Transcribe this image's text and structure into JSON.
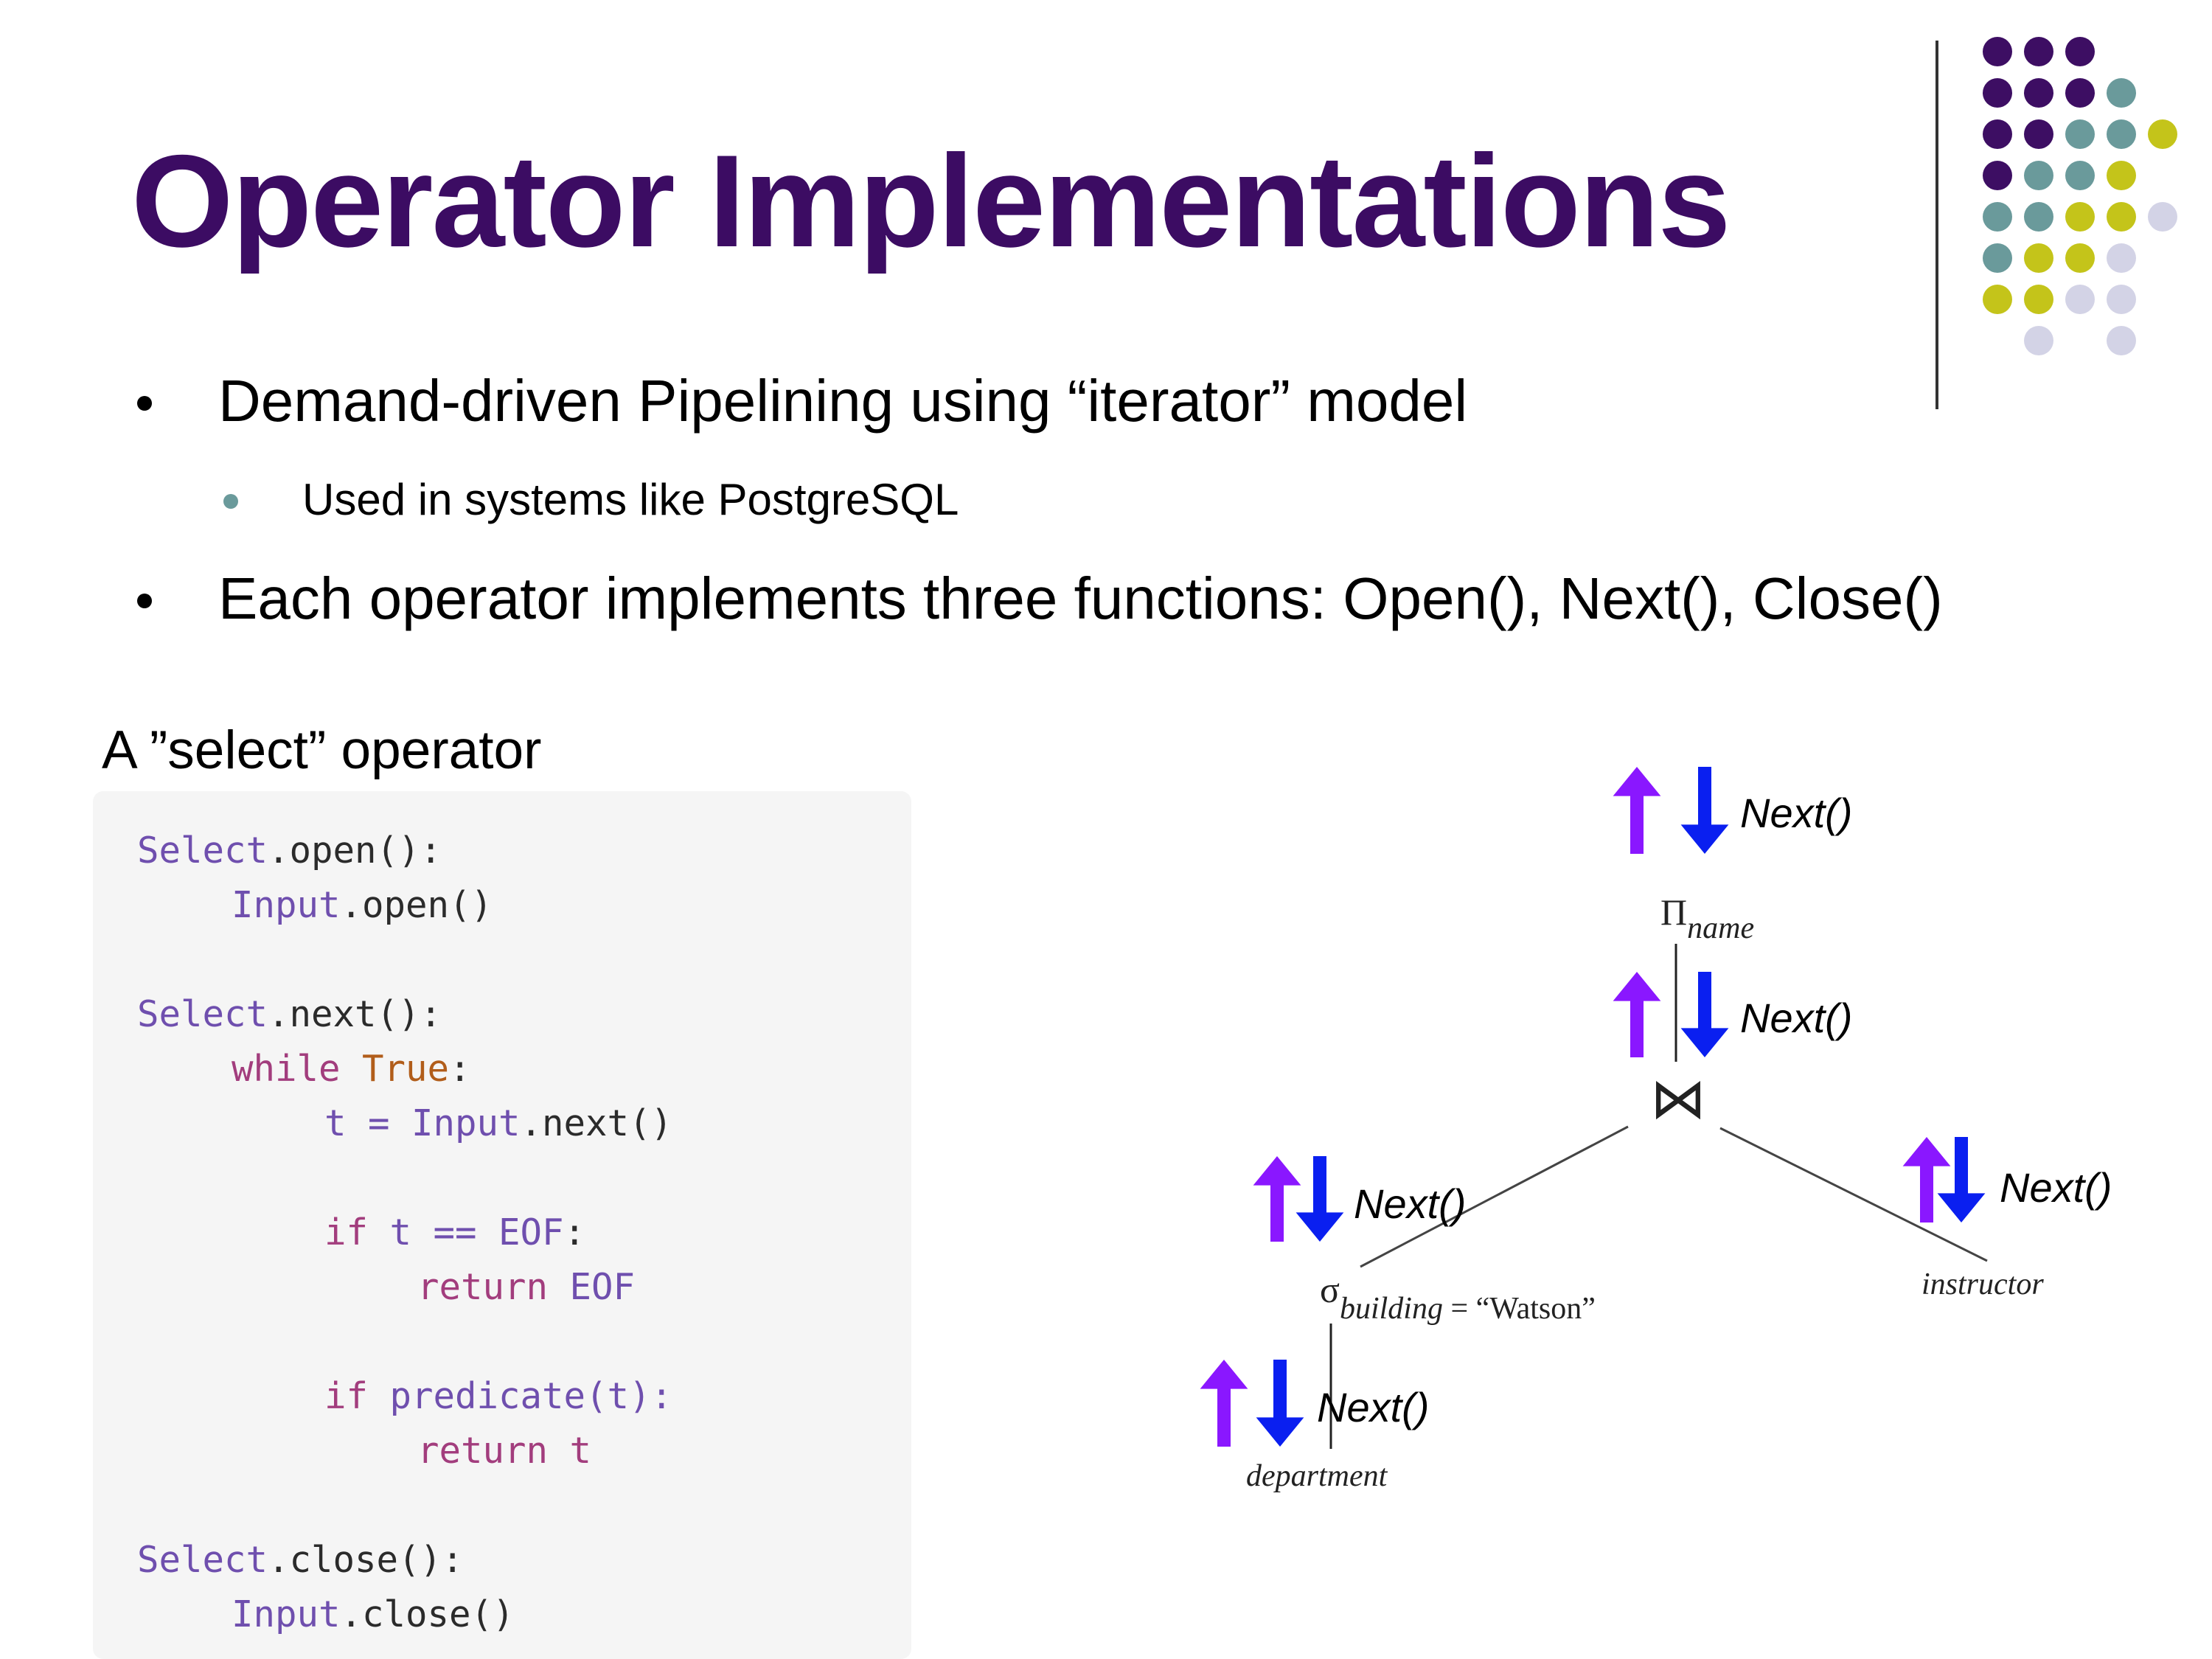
{
  "title": "Operator Implementations",
  "bullets": [
    {
      "text": "Demand-driven Pipelining using “iterator” model",
      "level": 1
    },
    {
      "text": "Used in systems like PostgreSQL",
      "level": 2
    },
    {
      "text": "Each operator implements three functions: Open(), Next(), Close()",
      "level": 1
    }
  ],
  "caption": "A ”select” operator",
  "code": {
    "select_obj": "Select",
    "input_obj": "Input",
    "open_def": ".open():",
    "open_call": ".open()",
    "next_def": ".next():",
    "kw_while": "while",
    "lit_true": "True",
    "colon": ":",
    "t_assign": "t = ",
    "next_call": ".next()",
    "kw_if": "if",
    "t_eq_eof": " t == EOF",
    "kw_return": "return",
    "eof": " EOF",
    "predicate_call": " predicate(t):",
    "return_t": " t",
    "close_def": ".close():",
    "close_call": ".close()"
  },
  "diagram": {
    "next_label": "Next()",
    "projection_symbol": "Π",
    "projection_attr": "name",
    "join_symbol": "⋈",
    "selection_symbol": "σ",
    "selection_predicate_attr": "building",
    "selection_predicate_rest": " = “Watson”",
    "left_leaf": "department",
    "right_leaf": "instructor"
  },
  "colors": {
    "title": "#3c0c63",
    "dot_purple": "#3d0e63",
    "dot_teal": "#6a9a9b",
    "dot_yellow": "#c4c41a",
    "dot_lavender": "#d3d3e6",
    "arrow_up": "#8a17ff",
    "arrow_down": "#0a1ff0"
  }
}
